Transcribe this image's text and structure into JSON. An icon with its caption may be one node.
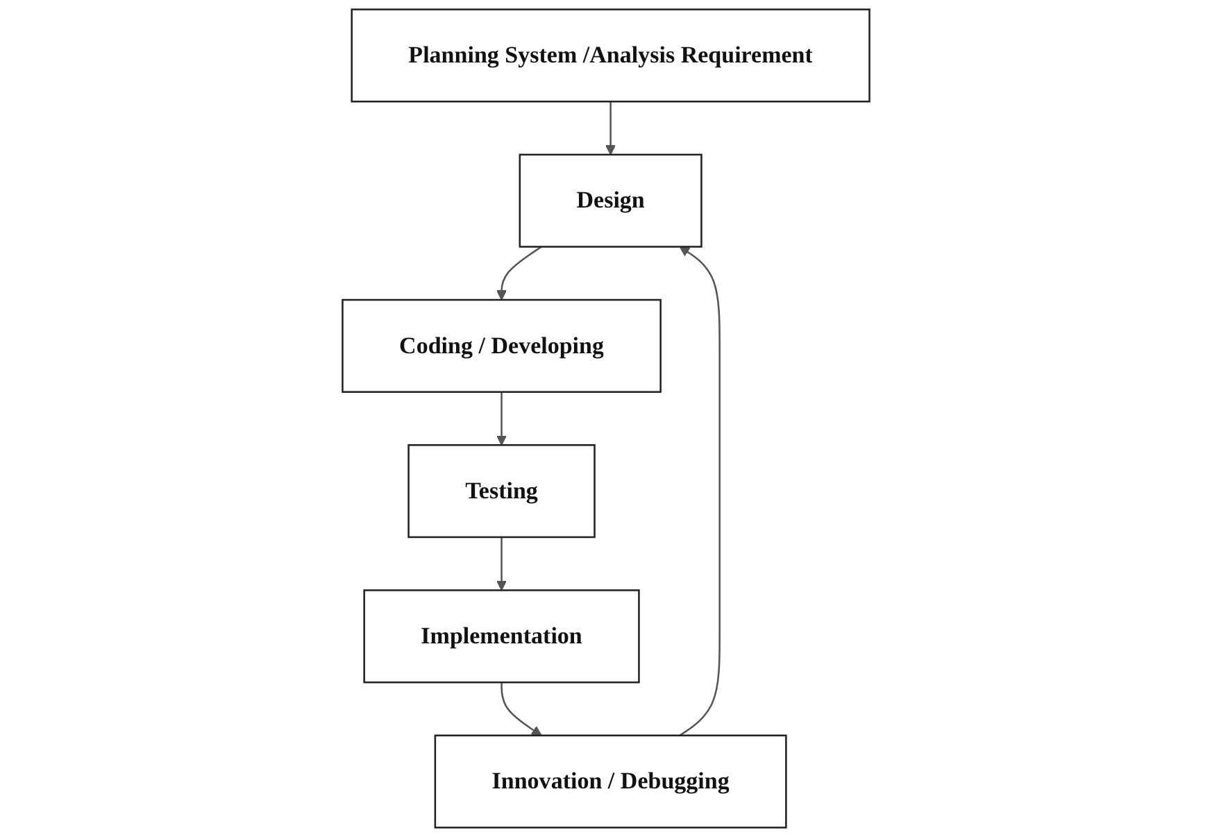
{
  "diagram": {
    "nodes": [
      {
        "text": [
          "Planning System /Analysis Requirement"
        ]
      },
      {
        "text": [
          "Design"
        ]
      },
      {
        "text": [
          "Coding / Developing"
        ]
      },
      {
        "text": [
          "Testing"
        ]
      },
      {
        "text": [
          "Implementation"
        ]
      },
      {
        "text": [
          "Innovation / Debugging"
        ]
      }
    ],
    "edges": [
      {
        "from": 0,
        "to": 1,
        "arrow": "to"
      },
      {
        "from": 1,
        "to": 2,
        "arrow": "to"
      },
      {
        "from": 2,
        "to": 3,
        "arrow": "to"
      },
      {
        "from": 3,
        "to": 4,
        "arrow": "to"
      },
      {
        "from": 4,
        "to": 5,
        "arrow": "to"
      },
      {
        "from": 5,
        "to": 1,
        "arrow": "to"
      }
    ]
  }
}
